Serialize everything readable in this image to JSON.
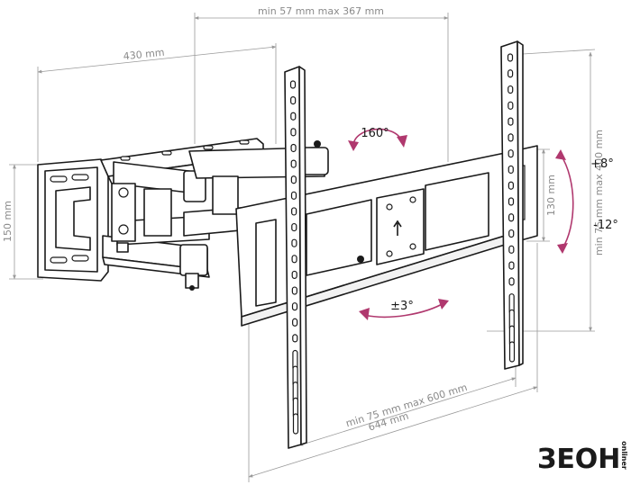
{
  "dimensions": {
    "vesa_horizontal": "min 75 mm max 600 mm",
    "overall_width": "644 mm",
    "vesa_vertical": "min 75 mm max 400 mm",
    "wall_plate_height": "150 mm",
    "arm_length": "430 mm",
    "wall_distance": "min 57 mm max 367 mm",
    "bar_spacing": "130 mm"
  },
  "angles": {
    "swivel": "160°",
    "tilt_up": "+8°",
    "tilt_down": "-12°",
    "rotation": "±3°"
  },
  "logo": {
    "brand": "ЗЕОН",
    "sub": "onliner"
  },
  "colors": {
    "line": "#1a1a1a",
    "dimension": "#9a9a9a",
    "angle_arrow": "#b0386e"
  }
}
